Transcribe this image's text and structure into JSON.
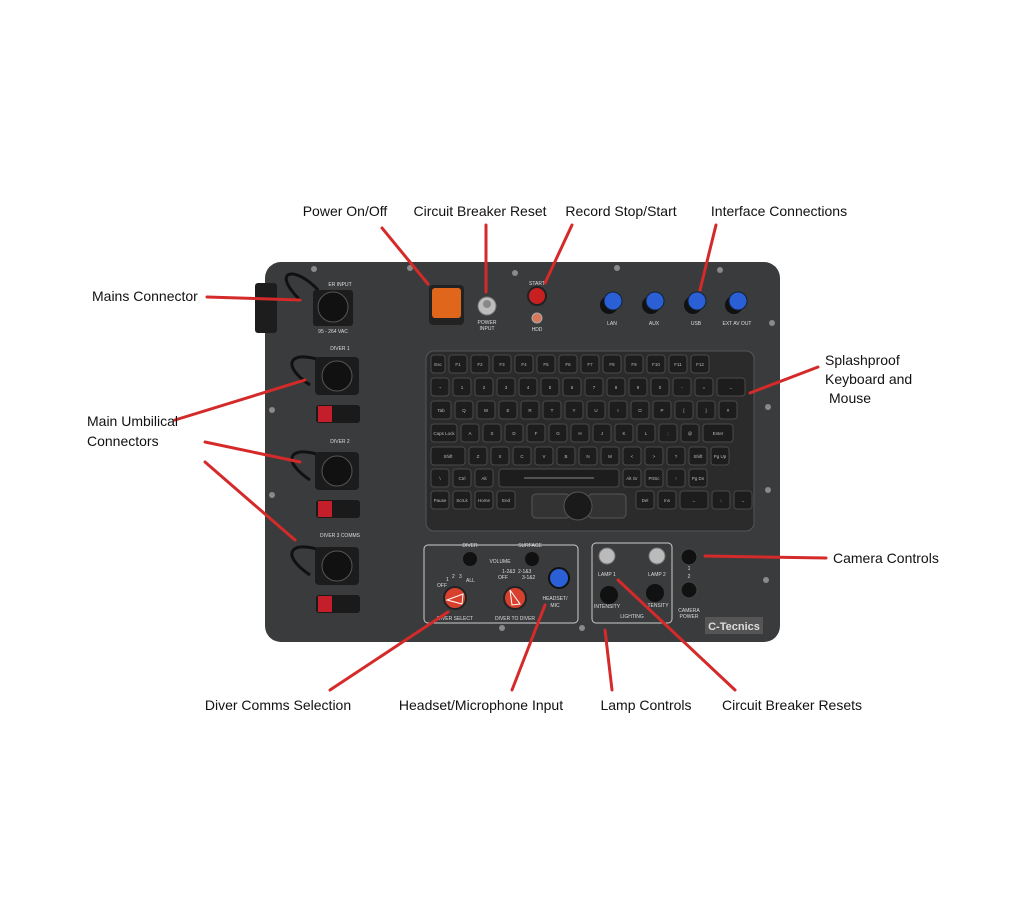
{
  "colors": {
    "panel": "#3a3b3d",
    "callout_line": "#d42a2a",
    "cap_blue": "#2a5fd6",
    "knob_red": "#d8402e",
    "power_switch": "#e0661c",
    "start_button": "#c82020"
  },
  "callouts": {
    "power": "Power On/Off",
    "breaker": "Circuit Breaker Reset",
    "record": "Record Stop/Start",
    "interface": "Interface Connections",
    "mains": "Mains Connector",
    "keyboard_1": "Splashproof",
    "keyboard_2": "Keyboard and",
    "keyboard_3": "Mouse",
    "umbilical_1": "Main Umbilical",
    "umbilical_2": "Connectors",
    "camera": "Camera Controls",
    "diver_comms": "Diver Comms Selection",
    "headset": "Headset/Microphone Input",
    "lamp": "Lamp Controls",
    "breakers": "Circuit Breaker Resets"
  },
  "panel": {
    "power_input_top": "ER INPUT",
    "power_input_volts": "95 - 264 VAC",
    "breaker_label_1": "POWER",
    "breaker_label_2": "INPUT",
    "start": "START",
    "hdd": "HDD",
    "ports": [
      "LAN",
      "AUX",
      "USB",
      "EXT AV OUT"
    ],
    "diver1": "DIVER 1",
    "diver2": "DIVER 2",
    "diver3": "DIVER 3 COMMS",
    "comms": {
      "diver": "DIVER",
      "surface": "SURFACE",
      "volume": "VOLUME",
      "off": "OFF",
      "pos1": "1",
      "pos2": "2",
      "pos3": "3",
      "all": "ALL",
      "diver_select": "DIVER SELECT",
      "d2d_off": "OFF",
      "d2d_a": "1-2&3",
      "d2d_b": "2-1&3",
      "d2d_c": "3-1&2",
      "diver_to_diver": "DIVER TO DIVER",
      "headset_1": "HEADSET/",
      "headset_2": "MIC"
    },
    "lighting": {
      "lamp1": "LAMP 1",
      "lamp2": "LAMP 2",
      "intensity1": "INTENSITY",
      "intensity2": "TENSITY",
      "lighting": "LIGHTING"
    },
    "camera": {
      "one": "1",
      "two": "2",
      "power_1": "CAMERA",
      "power_2": "POWER"
    },
    "logo": "C-Tecnics"
  },
  "keyboard": {
    "rows": [
      [
        "Esc",
        "F1",
        "F2",
        "F3",
        "F4",
        "F5",
        "F6",
        "F7",
        "F8",
        "F9",
        "F10",
        "F11",
        "F12"
      ],
      [
        "¬",
        "1",
        "2",
        "3",
        "4",
        "5",
        "6",
        "7",
        "8",
        "9",
        "0",
        "-",
        "=",
        "←"
      ],
      [
        "Tab",
        "Q",
        "W",
        "E",
        "R",
        "T",
        "Y",
        "U",
        "I",
        "O",
        "P",
        "[",
        "]",
        "#"
      ],
      [
        "Caps Lock",
        "A",
        "S",
        "D",
        "F",
        "G",
        "H",
        "J",
        "K",
        "L",
        ";",
        "@",
        "Enter"
      ],
      [
        "Shift",
        "Z",
        "X",
        "C",
        "V",
        "B",
        "N",
        "M",
        "<",
        ">",
        "?",
        "Shift",
        "Pg Up"
      ],
      [
        "\\",
        "Ctrl",
        "Alt",
        "",
        "Alt Gr",
        "PrtSc",
        "↑",
        "Pg Dn"
      ],
      [
        "Pause",
        "ScrLk",
        "Home",
        "End",
        "Del",
        "Ins",
        "←",
        "↓",
        "→"
      ]
    ]
  }
}
